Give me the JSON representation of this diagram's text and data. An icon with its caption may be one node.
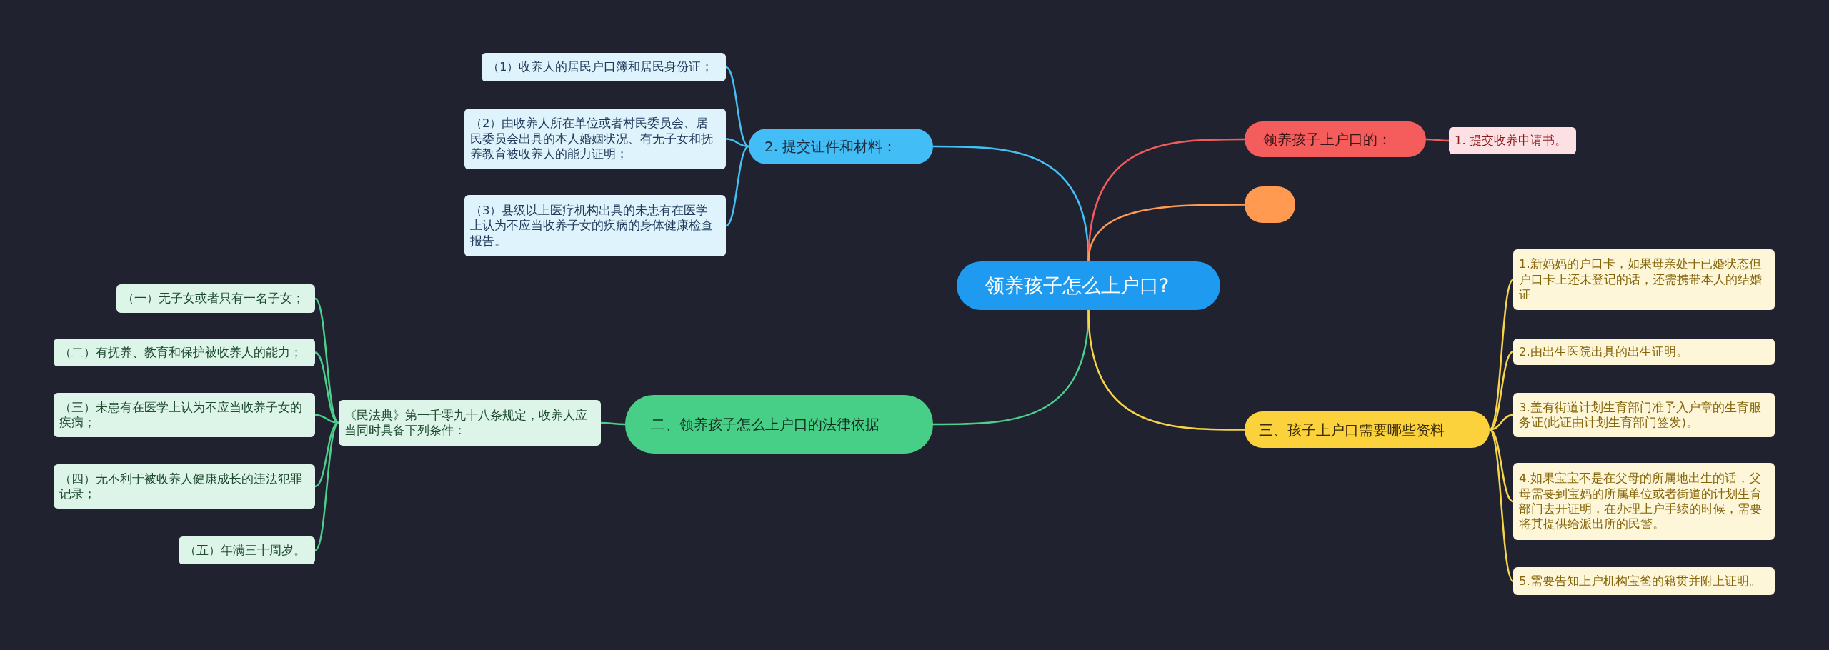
{
  "diagram": {
    "nodes": [
      {
        "text": [
          "领养孩子怎么上户口?"
        ]
      },
      {
        "text": [
          "2. 提交证件和材料："
        ]
      },
      {
        "text": [
          "（1）收养人的居民户口簿和居民身份证；"
        ]
      },
      {
        "text": [
          "（2）由收养人所在单位或者村民委员会、居民委员会出具的本人婚姻状况、有无子女和抚养教育被收养人的能力证明；"
        ]
      },
      {
        "text": [
          "（3）县级以上医疗机构出具的未患有在医学上认为不应当收养子女的疾病的身体健康检查报告。"
        ]
      },
      {
        "text": [
          "领养孩子上户口的："
        ]
      },
      {
        "text": [
          "1. 提交收养申请书。"
        ]
      },
      {
        "text": [],
        "shape": "box"
      },
      {
        "text": [
          "二、领养孩子怎么上户口的法律依据"
        ]
      },
      {
        "text": [
          "《民法典》第一千零九十八条规定，收养人应当同时具备下列条件："
        ]
      },
      {
        "text": [
          "（一）无子女或者只有一名子女；"
        ]
      },
      {
        "text": [
          "（二）有抚养、教育和保护被收养人的能力；"
        ]
      },
      {
        "text": [
          "（三）未患有在医学上认为不应当收养子女的疾病；"
        ]
      },
      {
        "text": [
          "（四）无不利于被收养人健康成长的违法犯罪记录；"
        ]
      },
      {
        "text": [
          "（五）年满三十周岁。"
        ]
      },
      {
        "text": [
          "三、孩子上户口需要哪些资料"
        ]
      },
      {
        "text": [
          "1.新妈妈的户口卡，如果母亲处于已婚状态但户口卡上还未登记的话，还需携带本人的结婚证"
        ]
      },
      {
        "text": [
          "2.由出生医院出具的出生证明。"
        ]
      },
      {
        "text": [
          "3.盖有街道计划生育部门准予入户章的生育服务证(此证由计划生育部门签发)。"
        ]
      },
      {
        "text": [
          "4.如果宝宝不是在父母的所属地出生的话，父母需要到宝妈的所属单位或者街道的计划生育部门去开证明，在办理上户手续的时候，需要将其提供给派出所的民警。"
        ]
      },
      {
        "text": [
          "5.需要告知上户机构宝爸的籍贯并附上证明。"
        ]
      }
    ],
    "edges": [
      {
        "from": 0,
        "to": 1,
        "arrow": "none",
        "color": "#45c0f5"
      },
      {
        "from": 1,
        "to": 2,
        "arrow": "none",
        "color": "#45c0f5"
      },
      {
        "from": 1,
        "to": 3,
        "arrow": "none",
        "color": "#45c0f5"
      },
      {
        "from": 1,
        "to": 4,
        "arrow": "none",
        "color": "#45c0f5"
      },
      {
        "from": 0,
        "to": 5,
        "arrow": "none",
        "color": "#f25c5c"
      },
      {
        "from": 5,
        "to": 6,
        "arrow": "none",
        "color": "#f25c5c"
      },
      {
        "from": 0,
        "to": 7,
        "arrow": "none",
        "color": "#ff9a52"
      },
      {
        "from": 0,
        "to": 8,
        "arrow": "none",
        "color": "#4ccf8c"
      },
      {
        "from": 8,
        "to": 9,
        "arrow": "none",
        "color": "#4ccf8c"
      },
      {
        "from": 9,
        "to": 10,
        "arrow": "none",
        "color": "#4ccf8c"
      },
      {
        "from": 9,
        "to": 11,
        "arrow": "none",
        "color": "#4ccf8c"
      },
      {
        "from": 9,
        "to": 12,
        "arrow": "none",
        "color": "#4ccf8c"
      },
      {
        "from": 9,
        "to": 13,
        "arrow": "none",
        "color": "#4ccf8c"
      },
      {
        "from": 9,
        "to": 14,
        "arrow": "none",
        "color": "#4ccf8c"
      },
      {
        "from": 0,
        "to": 15,
        "arrow": "none",
        "color": "#f7d44a"
      },
      {
        "from": 15,
        "to": 16,
        "arrow": "none",
        "color": "#f7d44a"
      },
      {
        "from": 15,
        "to": 17,
        "arrow": "none",
        "color": "#f7d44a"
      },
      {
        "from": 15,
        "to": 18,
        "arrow": "none",
        "color": "#f7d44a"
      },
      {
        "from": 15,
        "to": 19,
        "arrow": "none",
        "color": "#f7d44a"
      },
      {
        "from": 15,
        "to": 20,
        "arrow": "none",
        "color": "#f7d44a"
      }
    ]
  }
}
